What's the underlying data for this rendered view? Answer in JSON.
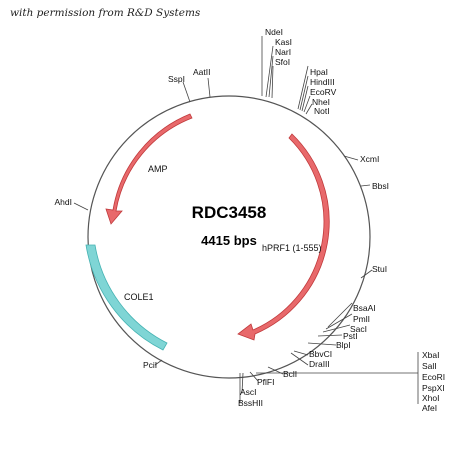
{
  "credit": "with permission from R&D Systems",
  "plasmid": {
    "name": "RDC3458",
    "size": "4415 bps"
  },
  "features": {
    "amp": "AMP",
    "hprf1": "hPRF1 (1-555)",
    "cole1": "COLE1"
  },
  "sites": {
    "ndei": "NdeI",
    "kasi": "KasI",
    "nari": "NarI",
    "sfoi": "SfoI",
    "hpai": "HpaI",
    "hindiii": "HindIII",
    "ecorv": "EcoRV",
    "nhei": "NheI",
    "noti": "NotI",
    "aatii": "AatII",
    "sspi": "SspI",
    "xcmi": "XcmI",
    "bbsi": "BbsI",
    "ahdi": "AhdI",
    "stui": "StuI",
    "bsaai": "BsaAI",
    "pmli": "PmlI",
    "saci": "SacI",
    "psti": "PstI",
    "blpi": "BlpI",
    "bbvci": "BbvCI",
    "draiii": "DraIII",
    "bcli": "BclI",
    "pflfi": "PflFI",
    "asci": "AscI",
    "bsshii": "BssHII",
    "pcii": "PciI",
    "xbai": "XbaI",
    "sali": "SalI",
    "ecori": "EcoRI",
    "pspxi": "PspXI",
    "xhoi": "XhoI",
    "afei": "AfeI"
  },
  "colors": {
    "backbone": "#555555",
    "cds": "#e8696b",
    "cds_stroke": "#c0393b",
    "ori": "#7fd5d5",
    "ori_stroke": "#45b3b3"
  }
}
